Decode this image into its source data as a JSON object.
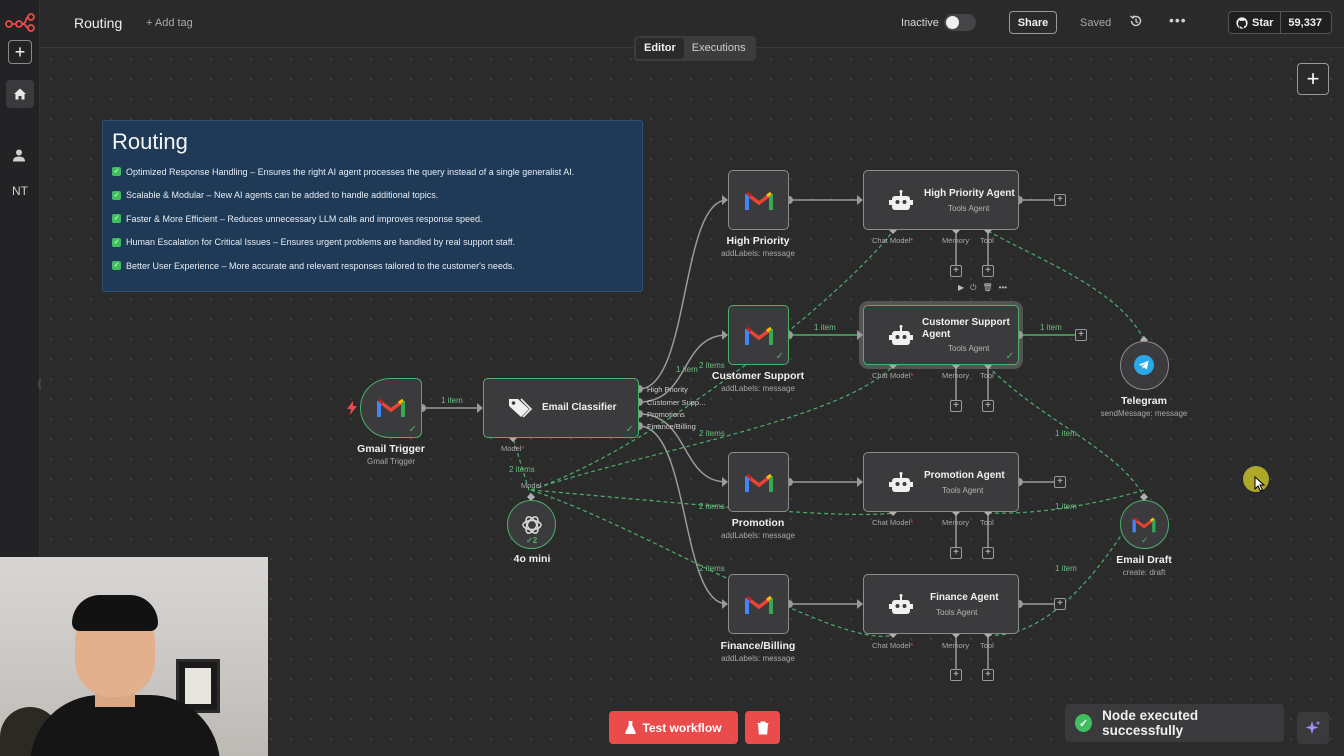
{
  "app": {
    "workflow_title": "Routing",
    "add_tag": "+ Add tag",
    "status_label": "Inactive",
    "share_label": "Share",
    "saved_label": "Saved",
    "github_star_label": "Star",
    "github_star_count": "59,337",
    "user_initials": "NT",
    "accent_color": "#ea4b4b"
  },
  "tabs": [
    {
      "label": "Editor",
      "active": true
    },
    {
      "label": "Executions",
      "active": false
    }
  ],
  "note": {
    "title": "Routing",
    "items": [
      "Optimized Response Handling – Ensures the right AI agent processes the query instead of a single generalist AI.",
      "Scalable & Modular – New AI agents can be added to handle additional topics.",
      "Faster & More Efficient – Reduces unnecessary LLM calls and improves response speed.",
      "Human Escalation for Critical Issues – Ensures urgent problems are handled by real support staff.",
      "Better User Experience – More accurate and relevant responses tailored to the customer's needs."
    ]
  },
  "nodes": {
    "gmail_trigger": {
      "label": "Gmail Trigger",
      "sub": "Gmail Trigger"
    },
    "email_classifier": {
      "label": "Email Classifier",
      "outputs": [
        "High Priority",
        "Customer Supp...",
        "Promotions",
        "Finance/Billing"
      ],
      "model_port": "Model"
    },
    "model_4o": {
      "label": "4o mini",
      "model_port": "Model",
      "badge": "2"
    },
    "high_priority": {
      "label": "High Priority",
      "sub": "addLabels: message"
    },
    "customer_support": {
      "label": "Customer Support",
      "sub": "addLabels: message"
    },
    "promotion": {
      "label": "Promotion",
      "sub": "addLabels: message"
    },
    "finance_billing": {
      "label": "Finance/Billing",
      "sub": "addLabels: message"
    },
    "telegram": {
      "label": "Telegram",
      "sub": "sendMessage: message"
    },
    "email_draft": {
      "label": "Email Draft",
      "sub": "create: draft"
    }
  },
  "agents": [
    {
      "name": "High Priority Agent",
      "sub": "Tools Agent"
    },
    {
      "name": "Customer Support Agent",
      "sub": "Tools Agent"
    },
    {
      "name": "Promotion Agent",
      "sub": "Tools Agent"
    },
    {
      "name": "Finance Agent",
      "sub": "Tools Agent"
    }
  ],
  "ports": {
    "chat_model": "Chat Model",
    "memory": "Memory",
    "tool": "Tool",
    "required_mark": "*"
  },
  "connections": {
    "one_item": "1 item",
    "two_items": "2 items"
  },
  "footer": {
    "test_workflow": "Test workflow",
    "toast": "Node executed successfully"
  },
  "colors": {
    "success": "#4caf6a",
    "note_bg": "#1e3a57",
    "gmail_red": "#ea4335",
    "telegram": "#29a9eb"
  }
}
